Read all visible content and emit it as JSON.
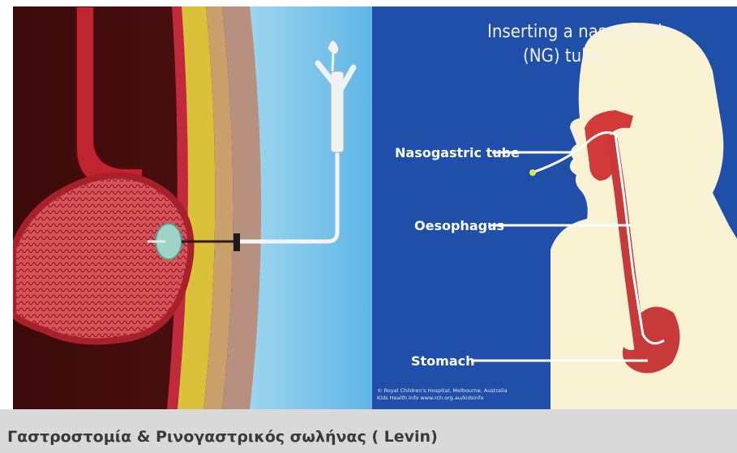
{
  "caption": "Γαστροστομία & Ρινογαστρικός σωλήνας ( Levin)",
  "ng_diagram": {
    "title_line1": "Inserting a nasogastric",
    "title_line2": "(NG) tube",
    "labels": {
      "nasogastric_tube": "Nasogastric tube",
      "oesophagus": "Oesophagus",
      "stomach": "Stomach"
    },
    "credit_line1": "© Royal Children's Hospital, Melbourne, Australia",
    "credit_line2": "Kids Health Info www.rch.org.au/kidsinfo"
  },
  "colors": {
    "right_background": "#1f4fa8",
    "body_fill": "#f8f1d2",
    "label_color": "#ffffff",
    "organ_red": "#c83a3a",
    "caption_bg": "#d9d9d9",
    "caption_text": "#3a3a3a"
  }
}
